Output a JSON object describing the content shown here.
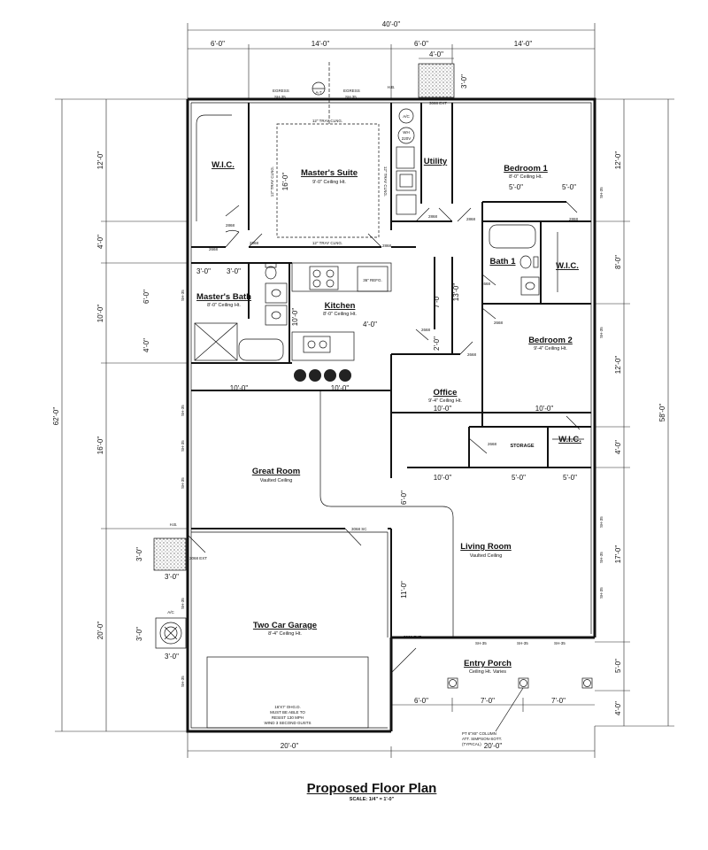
{
  "title": "Proposed Floor Plan",
  "scale": "SCALE: 1/4\" = 1'-0\"",
  "rooms": [
    {
      "id": "wic-master",
      "name": "W.I.C.",
      "note": ""
    },
    {
      "id": "masters-suite",
      "name": "Master's Suite",
      "note": "9'-0\" Ceiling Ht."
    },
    {
      "id": "utility",
      "name": "Utility",
      "note": ""
    },
    {
      "id": "bedroom1",
      "name": "Bedroom 1",
      "note": "8'-0\" Ceiling Ht."
    },
    {
      "id": "bath1",
      "name": "Bath 1",
      "note": ""
    },
    {
      "id": "wic-bed1",
      "name": "W.I.C.",
      "note": ""
    },
    {
      "id": "masters-bath",
      "name": "Master's Bath",
      "note": "8'-0\" Ceiling Ht."
    },
    {
      "id": "kitchen",
      "name": "Kitchen",
      "note": "8'-0\" Ceiling Ht."
    },
    {
      "id": "bedroom2",
      "name": "Bedroom 2",
      "note": "9'-4\" Ceiling Ht."
    },
    {
      "id": "office",
      "name": "Office",
      "note": "9'-4\" Ceiling Ht."
    },
    {
      "id": "wic-bed2",
      "name": "W.I.C.",
      "note": ""
    },
    {
      "id": "storage",
      "name": "STORAGE",
      "note": ""
    },
    {
      "id": "great-room",
      "name": "Great Room",
      "note": "Vaulted Ceiling"
    },
    {
      "id": "living-room",
      "name": "Living Room",
      "note": "Vaulted Ceiling"
    },
    {
      "id": "garage",
      "name": "Two Car Garage",
      "note": "8'-4\" Ceiling Ht."
    },
    {
      "id": "entry-porch",
      "name": "Entry Porch",
      "note": "Ceiling Ht. Varies"
    }
  ],
  "dims": {
    "overall_width": "40'-0\"",
    "overall_left": "62'-0\"",
    "overall_right": "58'-0\"",
    "top": [
      "6'-0\"",
      "14'-0\"",
      "6'-0\"",
      "14'-0\""
    ],
    "bottom": [
      "20'-0\"",
      "20'-0\""
    ],
    "porch": [
      "6'-0\"",
      "7'-0\"",
      "7'-0\""
    ],
    "left": [
      "12'-0\"",
      "4'-0\"",
      "10'-0\"",
      "16'-0\"",
      "20'-0\""
    ],
    "right": [
      "12'-0\"",
      "8'-0\"",
      "12'-0\"",
      "4'-0\"",
      "17'-0\"",
      "5'-0\"",
      "4'-0\""
    ],
    "ac_pad_top": "4'-0\"",
    "ac_pad_side": "3'-0\"",
    "ms_suite_inner": "16'-0\"",
    "utility_width": "5'-0\"",
    "wic_width": "5'-0\"",
    "mb_a": "3'-0\"",
    "mb_b": "3'-0\"",
    "mb_c": "6'-0\"",
    "mb_d": "4'-0\"",
    "kitchen_a": "10'-0\"",
    "kitchen_b": "4'-0\"",
    "kitchen_c": "10'-0\"",
    "great_a": "10'-0\"",
    "great_b": "10'-0\"",
    "hall_a": "7'-0\"",
    "hall_b": "13'-0\"",
    "hall_c": "2'-0\"",
    "office_a": "10'-0\"",
    "office_b": "10'-0\"",
    "stor_a": "10'-0\"",
    "stor_b": "5'-0\"",
    "stor_c": "5'-0\"",
    "vert_a": "6'-0\"",
    "vert_b": "11'-0\"",
    "pad_side": "3'-0\"",
    "pad_w": "3'-0\"",
    "ac_side": "3'-0\"",
    "ac_w": "3'-0\""
  },
  "doors": {
    "d2668": "2668",
    "d2868": "2868",
    "d3068_ext": "3068 EXT",
    "d3068_sc": "3068 SC",
    "egress": "EGRESS",
    "sh35": "SH-35"
  },
  "notes": {
    "tray1": "12\" TRAY CLNG.",
    "tray2": "12\" TRAY CLNG.",
    "tray3": "12\" TRAY CLNG.",
    "tray4": "12\" TRAY CLNG.",
    "refg": "36\" REFG.",
    "hb": "H.B.",
    "ac": "A/C",
    "ac_unit": "A/C",
    "wh": "WH",
    "wh_volt": "220V",
    "section": "A-7",
    "garage_door": [
      "16'X7' OHG.D.",
      "MUST BE ABLE TO",
      "RESIST 130 MPH",
      "WIND 3 SECOND GUSTS"
    ],
    "column": [
      "PT 6\"X6\" COLUMN",
      "ATT. SIMPSON-SOTT.",
      "(TYPICAL)"
    ]
  }
}
